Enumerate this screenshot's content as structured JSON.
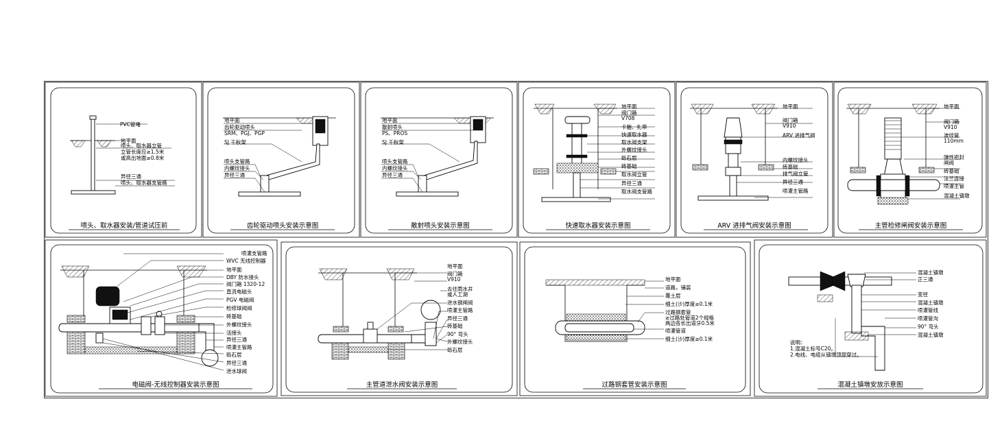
{
  "panels": [
    {
      "id": "p1",
      "title": "喷头、取水器安装/管道试压前",
      "labels": [
        "PVC管堵",
        "地平面",
        "喷头、取水器立管",
        "立管长度应≥1.5米",
        "或高出地面≥0.8米",
        "异径三通",
        "喷头、取水器支管路"
      ]
    },
    {
      "id": "p2",
      "title": "齿轮驱动喷头安装示意图",
      "labels": [
        "地平面",
        "齿轮驱动喷头",
        "SRM、PGJ、PGP",
        "SJ 千秋架",
        "喷头支管路",
        "内螺纹接头",
        "异径三通"
      ]
    },
    {
      "id": "p3",
      "title": "散射喷头安装示意图",
      "labels": [
        "地平面",
        "散射喷头",
        "PS、PROS",
        "SJ 千秋架",
        "喷头支管路",
        "内螺纹接头",
        "异径三通"
      ]
    },
    {
      "id": "p4",
      "title": "快速取水器安装示意图",
      "labels": [
        "地平面",
        "阀门箱",
        "V708",
        "卡箍、扎带",
        "快速取水器",
        "取水阀支架",
        "外螺纹接头",
        "砾石层",
        "砖基础",
        "取水阀立管",
        "异径三通",
        "取水阀支管路"
      ]
    },
    {
      "id": "p5",
      "title": "ARV 进排气阀安装示意图",
      "labels": [
        "地平面",
        "阀门箱",
        "V910",
        "ARV 进排气阀",
        "内螺纹接头",
        "砖基础",
        "排气阀立管",
        "异径三通",
        "喷灌主管路"
      ]
    },
    {
      "id": "p6",
      "title": "主管检修闸阀安装示意图",
      "labels": [
        "地平面",
        "阀门箱",
        "V910",
        "波纹管",
        "110mm",
        "弹性密封",
        "闸阀",
        "砖基础",
        "法兰连接",
        "喷灌主管",
        "混凝土镇墩"
      ]
    },
    {
      "id": "p7",
      "title": "电磁阀-无线控制器安装示意图",
      "labels": [
        "喷灌支管路",
        "WVC 无线控制器",
        "地平面",
        "DBY 防水接头",
        "阀门箱 1320-12",
        "直流电磁头",
        "PGV 电磁阀",
        "检修球阀阀",
        "砖基础",
        "外螺纹接头",
        "活接头",
        "异径三通",
        "喷灌主管路",
        "砾石层",
        "异径三通",
        "泄水球阀"
      ]
    },
    {
      "id": "p8",
      "title": "主管道泄水阀安装示意图",
      "labels": [
        "地平面",
        "阀门箱",
        "V910",
        "去往雨水井",
        "或人工湖",
        "泄水钢闸阀",
        "喷灌主管路",
        "异径三通",
        "砖基础",
        "90° 弯头",
        "外螺纹接头",
        "砾石层"
      ]
    },
    {
      "id": "p9",
      "title": "过路钢套管安装示意图",
      "labels": [
        "地平面",
        "道路，铺装",
        "覆土层",
        "细土(沙)厚度≥0.1米",
        "过路钢套管",
        "≥过路处管道2个规格",
        "两边各长出道牙0.5米",
        "喷灌管道",
        "细土(沙)厚度≥0.1米"
      ]
    },
    {
      "id": "p10",
      "title": "混凝土镇墩安放示意图",
      "labels": [
        "混凝土镇墩",
        "正三通",
        "变径",
        "混凝土镇墩",
        "喷灌管线",
        "喷灌管沟",
        "90° 弯头",
        "混凝土镇墩"
      ],
      "notes": [
        "说明：",
        "1.混凝土标号C20。",
        "2.电线、电缆从镇墩顶部穿过。"
      ]
    }
  ]
}
